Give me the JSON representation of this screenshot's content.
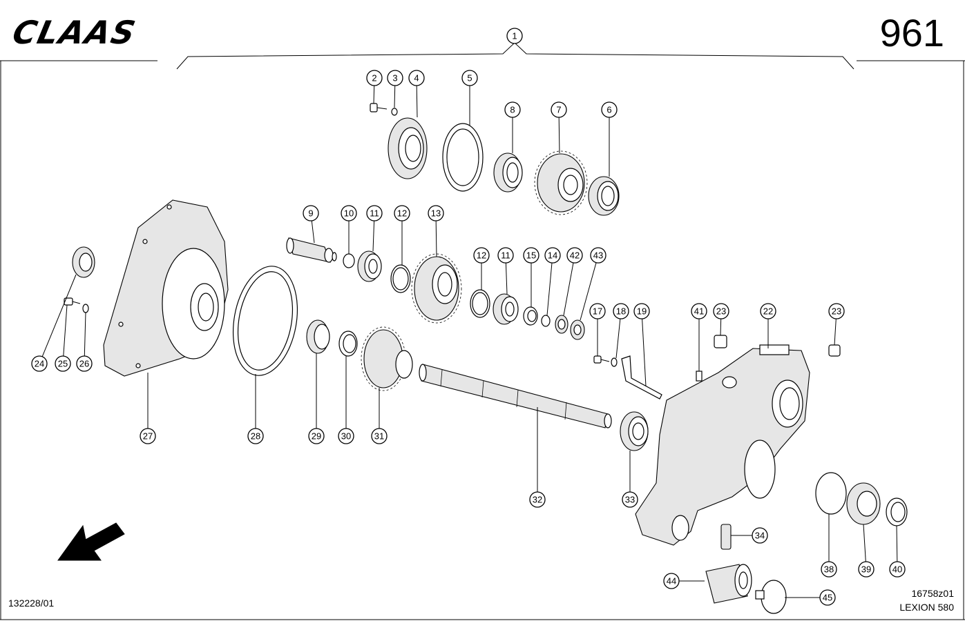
{
  "header": {
    "brand": "CLAAS",
    "page_number": "961"
  },
  "footer": {
    "drawing_ref": "132228/01",
    "figure_ref": "16758z01",
    "model": "LEXION 580"
  },
  "icons": {
    "brand_logo": "claas-logo",
    "direction": "direction-arrow-icon"
  },
  "callouts": [
    {
      "id": "c1",
      "label": "1"
    },
    {
      "id": "c2",
      "label": "2"
    },
    {
      "id": "c3",
      "label": "3"
    },
    {
      "id": "c4",
      "label": "4"
    },
    {
      "id": "c5",
      "label": "5"
    },
    {
      "id": "c8",
      "label": "8"
    },
    {
      "id": "c7",
      "label": "7"
    },
    {
      "id": "c6",
      "label": "6"
    },
    {
      "id": "c9",
      "label": "9"
    },
    {
      "id": "c10",
      "label": "10"
    },
    {
      "id": "c11a",
      "label": "11"
    },
    {
      "id": "c12a",
      "label": "12"
    },
    {
      "id": "c13",
      "label": "13"
    },
    {
      "id": "c12b",
      "label": "12"
    },
    {
      "id": "c11b",
      "label": "11"
    },
    {
      "id": "c15",
      "label": "15"
    },
    {
      "id": "c14",
      "label": "14"
    },
    {
      "id": "c42",
      "label": "42"
    },
    {
      "id": "c43",
      "label": "43"
    },
    {
      "id": "c17",
      "label": "17"
    },
    {
      "id": "c18",
      "label": "18"
    },
    {
      "id": "c19",
      "label": "19"
    },
    {
      "id": "c41",
      "label": "41"
    },
    {
      "id": "c23a",
      "label": "23"
    },
    {
      "id": "c22",
      "label": "22"
    },
    {
      "id": "c23b",
      "label": "23"
    },
    {
      "id": "c24",
      "label": "24"
    },
    {
      "id": "c25",
      "label": "25"
    },
    {
      "id": "c26",
      "label": "26"
    },
    {
      "id": "c27",
      "label": "27"
    },
    {
      "id": "c28",
      "label": "28"
    },
    {
      "id": "c29",
      "label": "29"
    },
    {
      "id": "c30",
      "label": "30"
    },
    {
      "id": "c31",
      "label": "31"
    },
    {
      "id": "c32",
      "label": "32"
    },
    {
      "id": "c33",
      "label": "33"
    },
    {
      "id": "c34",
      "label": "34"
    },
    {
      "id": "c38",
      "label": "38"
    },
    {
      "id": "c39",
      "label": "39"
    },
    {
      "id": "c40",
      "label": "40"
    },
    {
      "id": "c44",
      "label": "44"
    },
    {
      "id": "c45",
      "label": "45"
    }
  ]
}
